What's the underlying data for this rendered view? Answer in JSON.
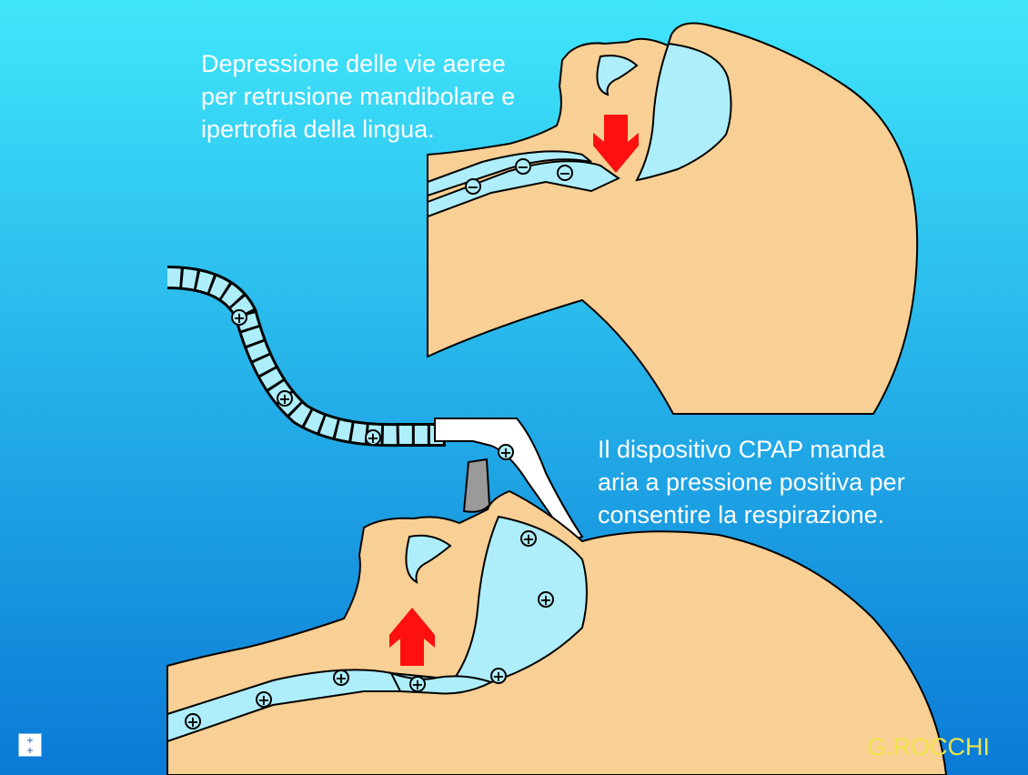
{
  "captions": {
    "top": [
      "Depressione delle vie aeree",
      "per retrusione mandibolare e",
      "ipertrofia della lingua."
    ],
    "bottom": [
      "Il dispositivo CPAP manda",
      "aria a pressione positiva per",
      "consentire la respirazione."
    ]
  },
  "author": "G.ROCCHI",
  "markers": {
    "negative": "−",
    "positive": "+"
  },
  "nav_widget": {
    "icon": "plus-plus-icon"
  },
  "colors": {
    "background_top": "#40e6fb",
    "background_bottom": "#0a7ad6",
    "skin": "#f8cf94",
    "airway": "#aeeefb",
    "outline": "#000000",
    "arrow": "#ff1010",
    "caption_text": "#ffffff",
    "author_text": "#f0e44a"
  }
}
